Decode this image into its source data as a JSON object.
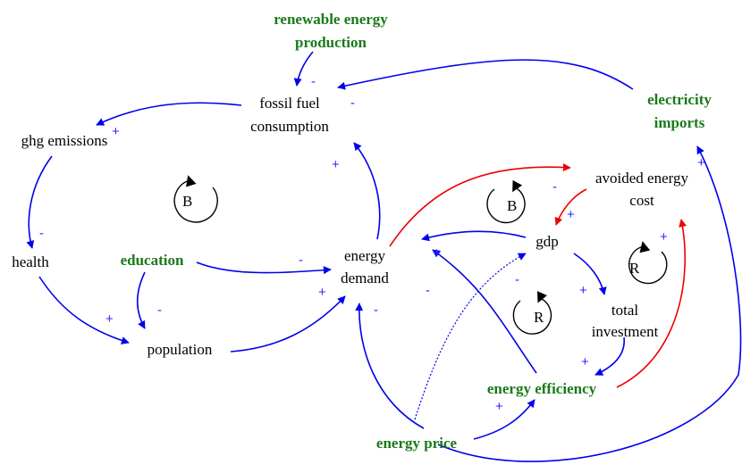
{
  "colors": {
    "link": "#0000ee",
    "link_strong": "#ee0000",
    "exogenous": "#1a7a1a",
    "polarity": "#2a2aff",
    "text": "#000000"
  },
  "variables": {
    "renewable_line1": "renewable energy",
    "renewable_line2": "production",
    "fossil_line1": "fossil fuel",
    "fossil_line2": "consumption",
    "electricity_line1": "electricity",
    "electricity_line2": "imports",
    "ghg": "ghg emissions",
    "avoided_line1": "avoided energy",
    "avoided_line2": "cost",
    "health": "health",
    "education": "education",
    "energy_demand_line1": "energy",
    "energy_demand_line2": "demand",
    "gdp": "gdp",
    "population": "population",
    "total_investment_line1": "total",
    "total_investment_line2": "investment",
    "energy_efficiency": "energy efficiency",
    "energy_price": "energy price"
  },
  "loops": {
    "l1": "B",
    "l2": "B",
    "l3": "R",
    "l4": "R"
  },
  "polarities": {
    "p_renew_fossil": "-",
    "p_elec_fossil": "-",
    "p_fossil_ghg": "+",
    "p_demand_fossil": "+",
    "p_ghg_health": "-",
    "p_health_pop": "+",
    "p_edu_pop": "-",
    "p_edu_demand": "-",
    "p_pop_demand": "+",
    "p_demand_avoided": "-",
    "p_avoided_gdp": "+",
    "p_gdp_demand": "+",
    "p_eff_demand": "-",
    "p_price_demand": "-",
    "p_gdp_invest": "+",
    "p_price_gdp": "-",
    "p_invest_eff": "+",
    "p_price_eff": "+",
    "p_eff_avoided": "+",
    "p_price_elec": "+"
  }
}
